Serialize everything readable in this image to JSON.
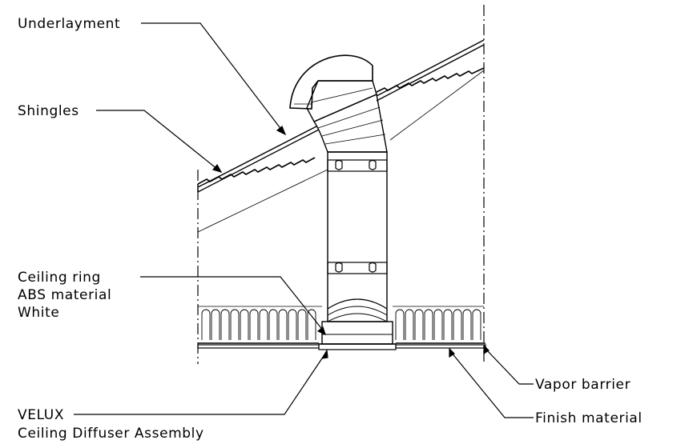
{
  "labels": {
    "underlayment": "Underlayment",
    "shingles": "Shingles",
    "ceiling_ring_line1": "Ceiling ring",
    "ceiling_ring_line2": "ABS material",
    "ceiling_ring_line3": "White",
    "vapor_barrier": "Vapor barrier",
    "finish_material": "Finish material",
    "velux_line1": "VELUX",
    "velux_line2": "Ceiling Diffuser Assembly"
  }
}
